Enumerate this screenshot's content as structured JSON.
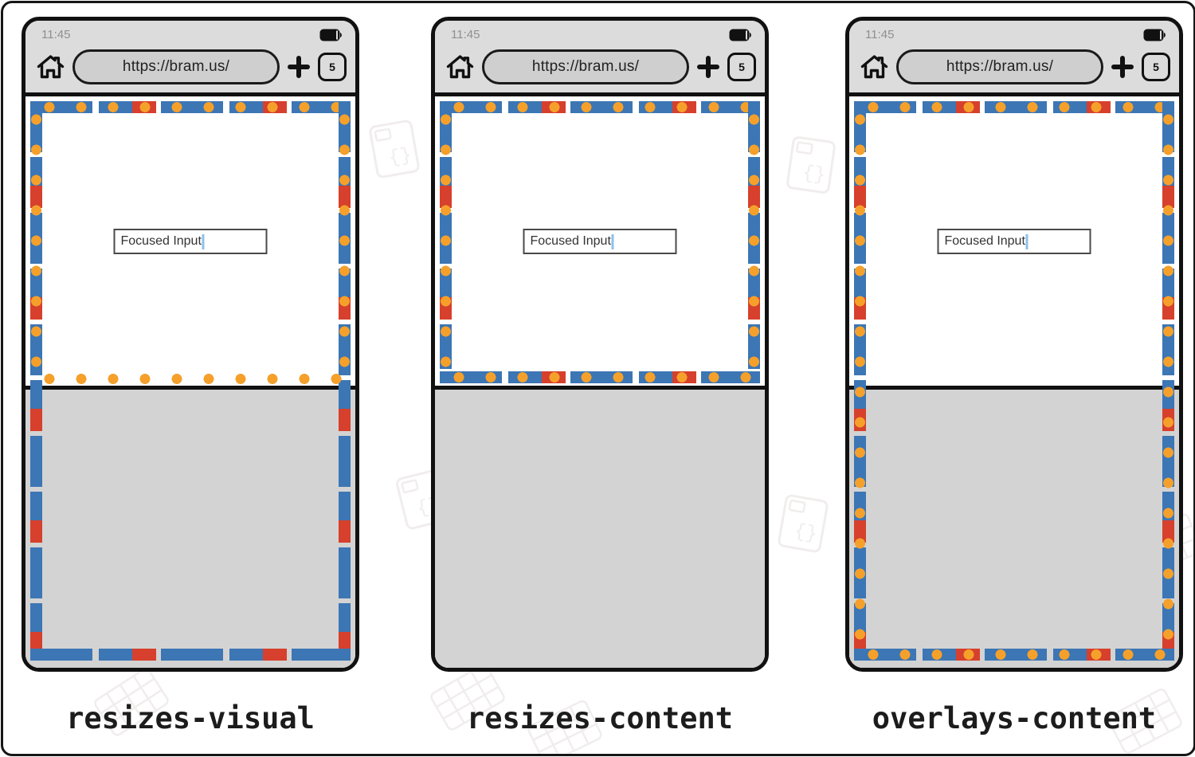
{
  "phones": [
    {
      "mode": "resizes-visual",
      "label": "resizes-visual",
      "status": {
        "time": "11:45"
      },
      "toolbar": {
        "url": "https://bram.us/",
        "tab_count": "5"
      },
      "input_value": "Focused Input"
    },
    {
      "mode": "resizes-content",
      "label": "resizes-content",
      "status": {
        "time": "11:45"
      },
      "toolbar": {
        "url": "https://bram.us/",
        "tab_count": "5"
      },
      "input_value": "Focused Input"
    },
    {
      "mode": "overlays-content",
      "label": "overlays-content",
      "status": {
        "time": "11:45"
      },
      "toolbar": {
        "url": "https://bram.us/",
        "tab_count": "5"
      },
      "input_value": "Focused Input"
    }
  ],
  "colors": {
    "layout_viewport_dash": "#3c76b4",
    "initial_containing_block_dash": "#d6402c",
    "visual_viewport_dot": "#f5a02b",
    "keyboard_area": "#d3d3d3",
    "browser_chrome": "#dcdcdc"
  }
}
